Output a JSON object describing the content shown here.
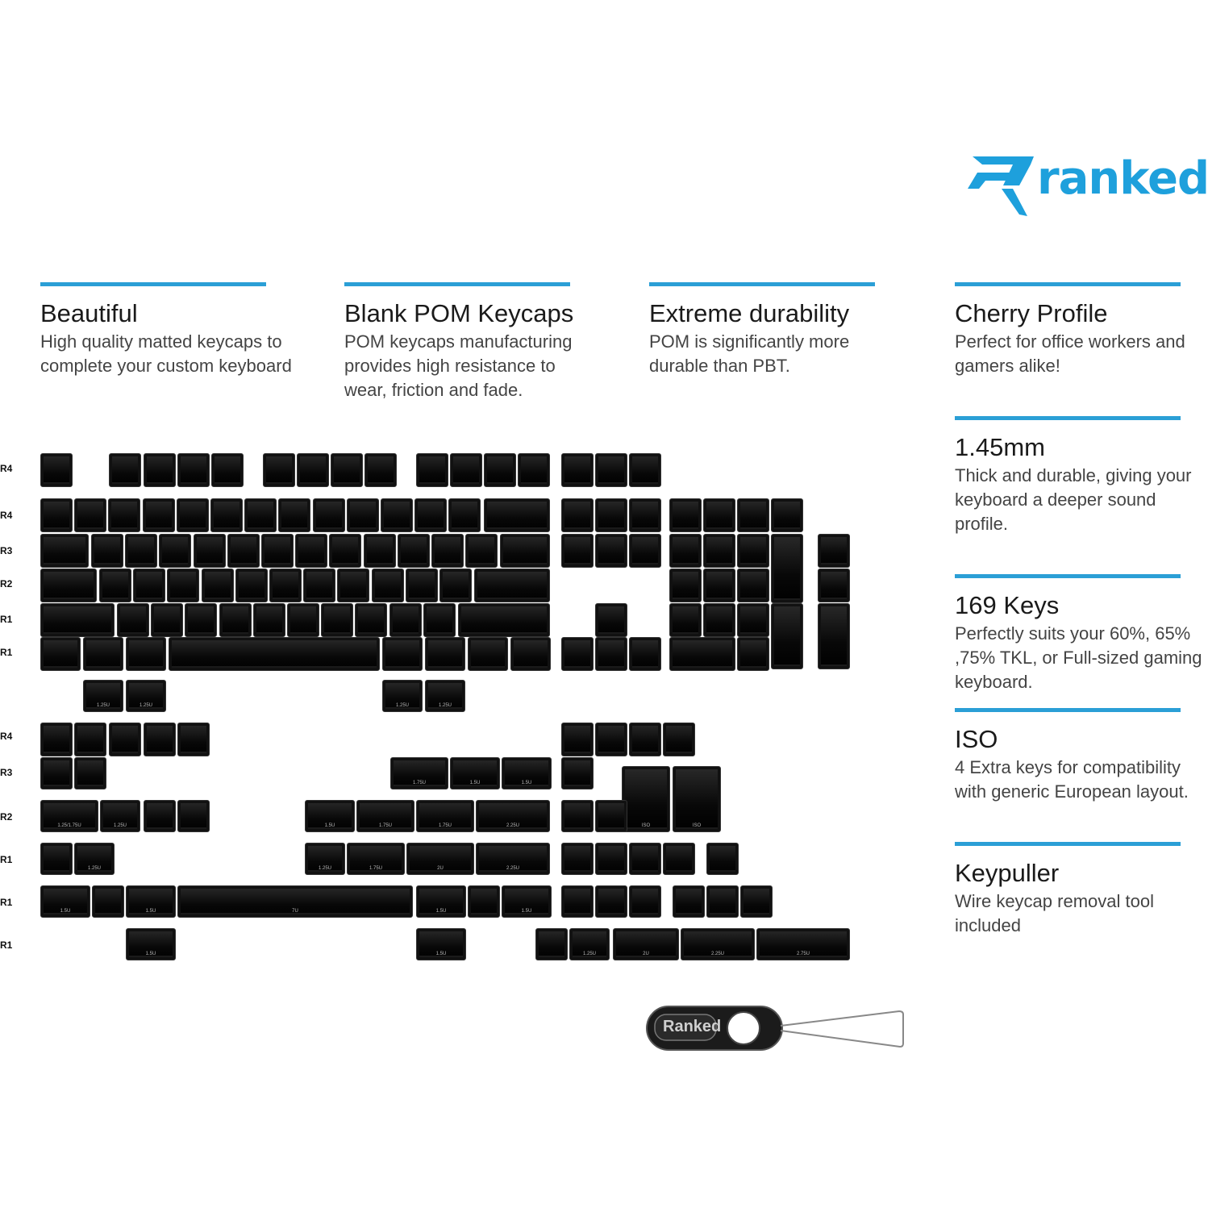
{
  "brand": {
    "name": "ranked",
    "color": "#1ea0dc",
    "icon": "ranked-r-logo-icon"
  },
  "accent_color": "#2b9fd6",
  "features": [
    {
      "title": "Beautiful",
      "desc": "High quality matted keycaps to complete your custom keyboard"
    },
    {
      "title": "Blank POM Keycaps",
      "desc": "POM keycaps manufacturing provides high resistance to wear, friction and fade."
    },
    {
      "title": "Extreme durability",
      "desc": "POM is significantly more durable than PBT."
    },
    {
      "title": "Cherry Profile",
      "desc": "Perfect for office workers and gamers alike!"
    },
    {
      "title": "1.45mm",
      "desc": "Thick and durable, giving your keyboard a deeper sound profile."
    },
    {
      "title": "169 Keys",
      "desc": "Perfectly suits your 60%,  65% ,75% TKL, or Full-sized gaming keyboard."
    },
    {
      "title": "ISO",
      "desc": "4 Extra keys for compatibility with generic European layout."
    },
    {
      "title": "Keypuller",
      "desc": "Wire keycap removal tool included"
    }
  ],
  "row_labels": [
    "R4",
    "R4",
    "R3",
    "R2",
    "R1",
    "R1",
    "R4",
    "R3",
    "R2",
    "R1",
    "R1",
    "R1"
  ],
  "key_size_labels": {
    "u125": "1.25U",
    "u15": "1.5U",
    "u175": "1.75U",
    "u2": "2U",
    "u225": "2.25U",
    "u275": "2.75U",
    "u7": "7U",
    "iso": "ISO",
    "combo": "1.25/1.75U"
  },
  "keypuller": {
    "brand": "Ranked"
  }
}
